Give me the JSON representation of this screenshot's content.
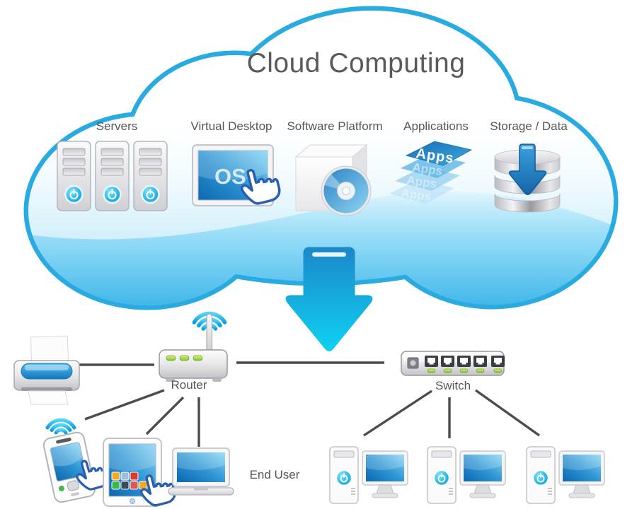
{
  "title": "Cloud Computing",
  "cloud": {
    "services": [
      {
        "id": "servers",
        "label": "Servers",
        "icon": "server-towers-icon"
      },
      {
        "id": "virtual-desktop",
        "label": "Virtual Desktop",
        "icon": "os-monitor-icon",
        "screen_text": "OS"
      },
      {
        "id": "software-platform",
        "label": "Software Platform",
        "icon": "software-box-cd-icon"
      },
      {
        "id": "applications",
        "label": "Applications",
        "icon": "apps-stack-icon",
        "stack_text": "Apps"
      },
      {
        "id": "storage-data",
        "label": "Storage / Data",
        "icon": "database-download-icon"
      }
    ]
  },
  "network": {
    "router_label": "Router",
    "switch_label": "Switch",
    "end_user_label": "End User",
    "devices": [
      "printer",
      "wireless-router",
      "network-switch",
      "smartphone",
      "tablet",
      "laptop",
      "desktop-computer",
      "desktop-computer",
      "desktop-computer"
    ]
  },
  "colors": {
    "cloud_outline": "#29abe2",
    "cloud_fill_bottom": "#9adef7",
    "big_arrow_top": "#1b87c9",
    "big_arrow_bottom": "#0fd3f2",
    "screen_blue": "#1273b9",
    "led_green": "#8cc63f",
    "wifi_cyan": "#2cc3f0",
    "text_gray": "#58595b",
    "line_gray": "#4c4c4e"
  }
}
